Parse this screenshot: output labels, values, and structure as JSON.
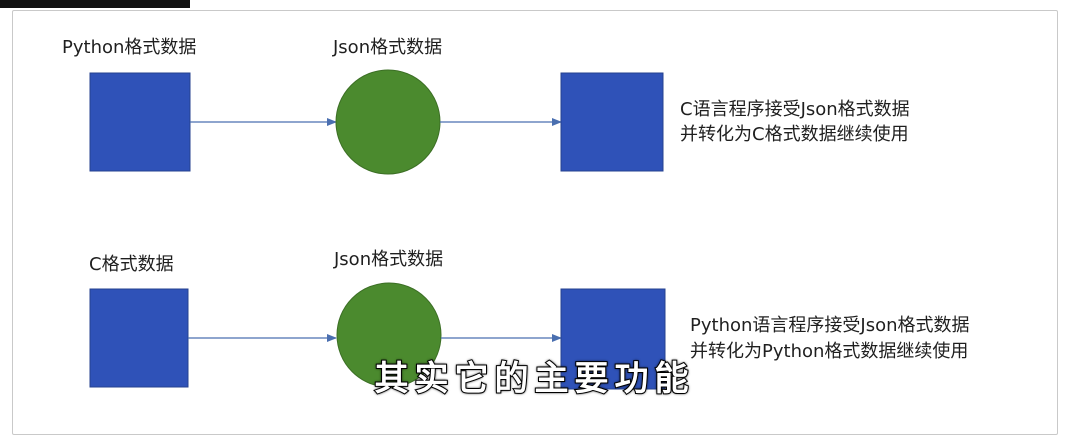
{
  "colors": {
    "square": "#2f52b8",
    "square_border": "#25428f",
    "circle": "#4b8a2e",
    "circle_border": "#3c6f25",
    "arrow": "#4a6fb0",
    "text": "#1f1f1f"
  },
  "rows": [
    {
      "source_label": "Python格式数据",
      "middle_label": "Json格式数据",
      "target_desc_line1": "C语言程序接受Json格式数据",
      "target_desc_line2": "并转化为C格式数据继续使用"
    },
    {
      "source_label": "C格式数据",
      "middle_label": "Json格式数据",
      "target_desc_line1": "Python语言程序接受Json格式数据",
      "target_desc_line2": "并转化为Python格式数据继续使用"
    }
  ],
  "subtitle": "其实它的主要功能"
}
